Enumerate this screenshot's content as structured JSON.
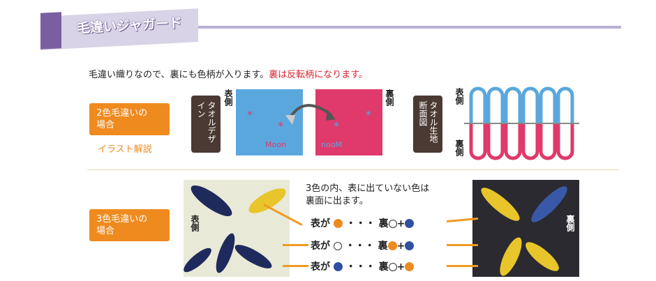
{
  "header": {
    "title": "毛違いジャガード"
  },
  "intro": {
    "text": "毛違い織りなので、裏にも色柄が入ります。",
    "highlight": "裏は反転柄になります。"
  },
  "two_color": {
    "label_line1": "2色毛違いの",
    "label_line2": "場合",
    "sub": "イラスト解説",
    "design_label": "タオルデザイン",
    "front_side": "表側",
    "back_side": "裏側",
    "front_text": "Moon",
    "back_text": "nooM",
    "section_label": "タオル生地断面図",
    "front_side2": "表側",
    "back_side2": "裏側"
  },
  "three_color": {
    "label_line1": "3色毛違いの",
    "label_line2": "場合",
    "note_line1": "3色の内、表に出ていない色は",
    "note_line2": "裏面に出ます。",
    "front_side": "表側",
    "back_side": "裏側",
    "rows": [
      {
        "front": "表が",
        "dots": "・・・",
        "back": "裏",
        "plus": "+"
      },
      {
        "front": "表が",
        "dots": "・・・",
        "back": "裏",
        "plus": "+"
      },
      {
        "front": "表が",
        "dots": "・・・",
        "back": "裏",
        "plus": "+"
      }
    ]
  },
  "colors": {
    "orange": "#ef8a1f",
    "navy": "#2f4fa0",
    "purple": "#7a5fa0",
    "blue": "#5aa7dd",
    "pink": "#e0396b",
    "brown": "#4a3a33",
    "red": "#d9232b"
  }
}
